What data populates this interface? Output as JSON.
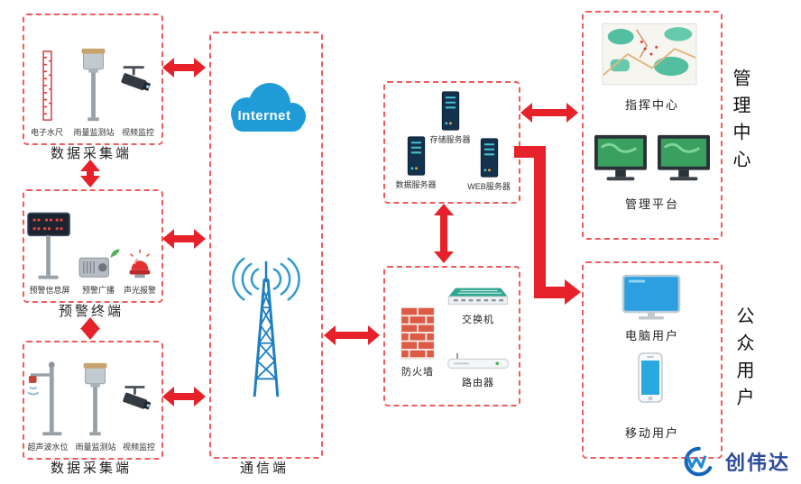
{
  "zones": {
    "collect_top": {
      "caption": "数据采集端",
      "devices": [
        "电子水尺",
        "雨量监测站",
        "视频监控"
      ]
    },
    "warning": {
      "caption": "预警终端",
      "devices": [
        "预警信息屏",
        "预警广播",
        "声光报警"
      ]
    },
    "collect_bottom": {
      "caption": "数据采集端",
      "devices": [
        "超声波水位",
        "雨量监测站",
        "视频监控"
      ]
    },
    "comm": {
      "caption": "通信端",
      "internet": "Internet"
    },
    "servers": {
      "storage": "存储服务器",
      "data": "数据服务器",
      "web": "WEB服务器"
    },
    "network": {
      "firewall": "防火墙",
      "switch": "交换机",
      "router": "路由器"
    },
    "management": {
      "command_center": "指挥中心",
      "platform": "管理平台",
      "side_label": "管理中心"
    },
    "public": {
      "pc": "电脑用户",
      "mobile": "移动用户",
      "side_label": "公众用户"
    }
  },
  "branding": {
    "logo_text": "创伟达"
  },
  "colors": {
    "arrow_red": "#e62129",
    "box_border_red": "#f05b5b",
    "cloud_blue": "#1f9cd8",
    "tower_blue": "#1d7ec2",
    "server_navy": "#14324e",
    "brick_red": "#dd5a45",
    "screen_blue": "#2b9fe0",
    "screen_green": "#39a05f"
  }
}
